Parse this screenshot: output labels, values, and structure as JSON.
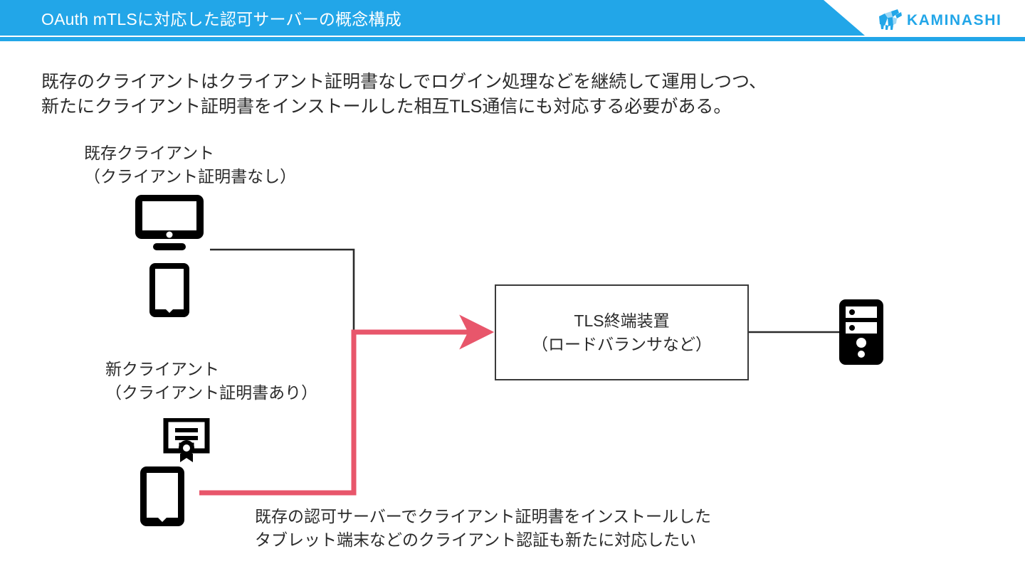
{
  "header": {
    "title": "OAuth mTLSに対応した認可サーバーの概念構成",
    "band_color": "#22a6e8",
    "title_color": "#ffffff",
    "logo": {
      "icon": "goat-logo-icon",
      "text": "KAMINASHI",
      "color": "#22a6e8"
    }
  },
  "body": {
    "lead": "既存のクライアントはクライアント証明書なしでログイン処理などを継続して運用しつつ、\n新たにクライアント証明書をインストールした相互TLS通信にも対応する必要がある。"
  },
  "diagram": {
    "existing_client_label": "既存クライアント\n（クライアント証明書なし）",
    "new_client_label": "新クライアント\n（クライアント証明書あり）",
    "tls_box": {
      "line1": "TLS終端装置",
      "line2": "（ロードバランサなど）",
      "border_color": "#3a3a3a"
    },
    "caption": "既存の認可サーバーでクライアント証明書をインストールした\nタブレット端末などのクライアント認証も新たに対応したい",
    "icons": {
      "monitor": "desktop-monitor-icon",
      "tablet_existing": "tablet-icon",
      "certificate": "certificate-icon",
      "tablet_new": "tablet-icon",
      "server": "server-tower-icon"
    },
    "connectors": {
      "existing_flow_color": "#2b2b2b",
      "new_flow_color": "#e8566b",
      "server_link_color": "#2b2b2b"
    }
  }
}
